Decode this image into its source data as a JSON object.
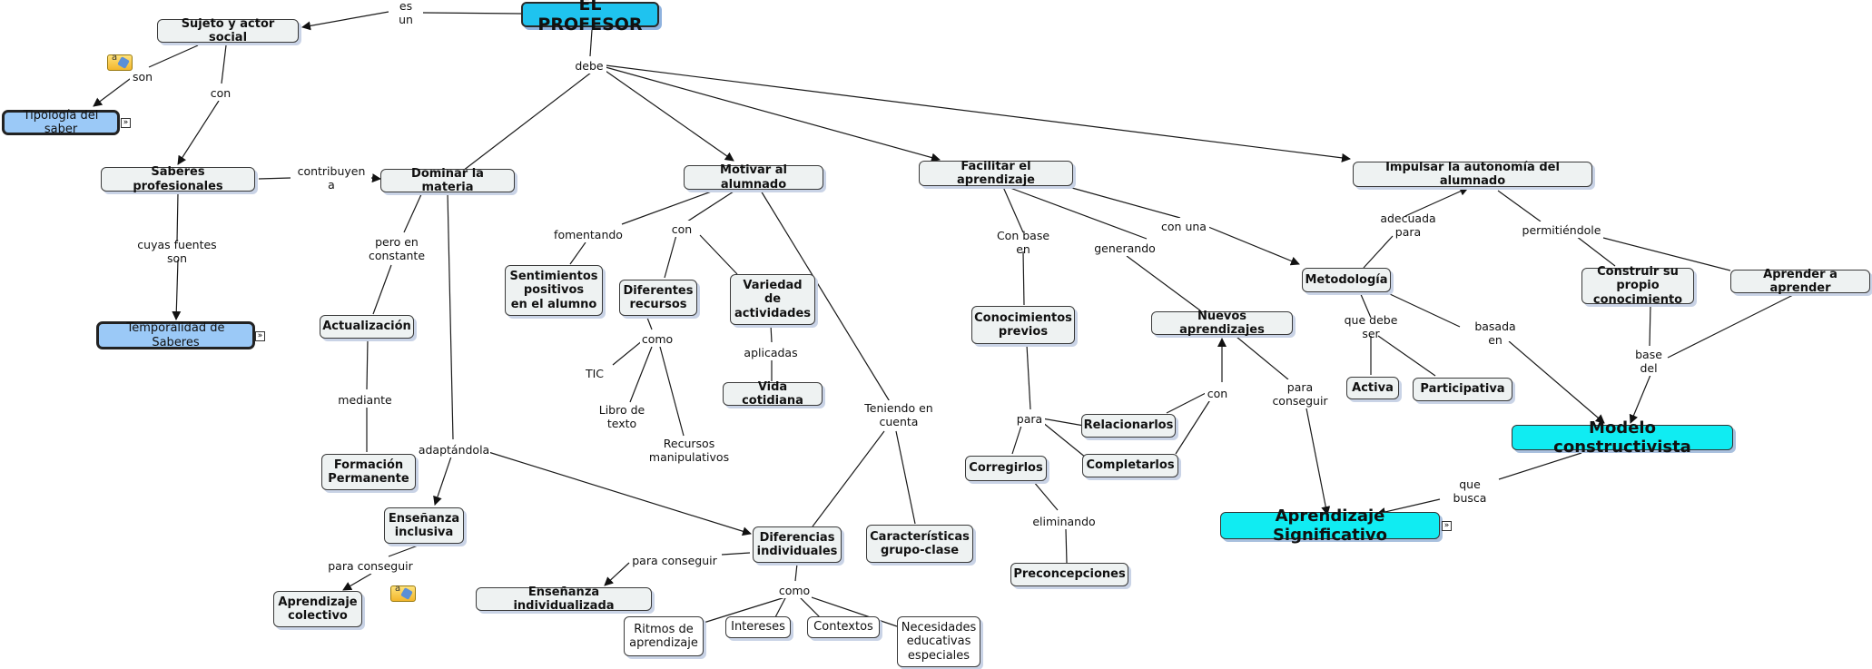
{
  "nodes": [
    {
      "id": "profesor",
      "label": "EL PROFESOR",
      "style": "root"
    },
    {
      "id": "sujeto",
      "label": "Sujeto y actor social",
      "style": "normal"
    },
    {
      "id": "tipologia",
      "label": "Tipología del saber",
      "style": "blue"
    },
    {
      "id": "saberes",
      "label": "Saberes profesionales",
      "style": "normal"
    },
    {
      "id": "temporalidad",
      "label": "Temporalidad de Saberes",
      "style": "blue"
    },
    {
      "id": "dominar",
      "label": "Dominar la materia",
      "style": "normal"
    },
    {
      "id": "actualizacion",
      "label": "Actualización",
      "style": "normal"
    },
    {
      "id": "formacion",
      "label": "Formación\nPermanente",
      "style": "normal"
    },
    {
      "id": "ens_inclusiva",
      "label": "Enseñanza\ninclusiva",
      "style": "normal"
    },
    {
      "id": "aprend_colectivo",
      "label": "Aprendizaje\ncolectivo",
      "style": "normal"
    },
    {
      "id": "motivar",
      "label": "Motivar al alumnado",
      "style": "normal"
    },
    {
      "id": "sentimientos",
      "label": "Sentimientos\npositivos\nen el alumno",
      "style": "normal"
    },
    {
      "id": "dif_recursos",
      "label": "Diferentes\nrecursos",
      "style": "normal"
    },
    {
      "id": "variedad",
      "label": "Variedad\nde\nactividades",
      "style": "normal"
    },
    {
      "id": "vida",
      "label": "Vida cotidiana",
      "style": "normal"
    },
    {
      "id": "facilitar",
      "label": "Facilitar el aprendizaje",
      "style": "normal"
    },
    {
      "id": "conocimientos",
      "label": "Conocimientos\nprevios",
      "style": "normal"
    },
    {
      "id": "nuevos",
      "label": "Nuevos aprendizajes",
      "style": "normal"
    },
    {
      "id": "relacionarlos",
      "label": "Relacionarlos",
      "style": "normal"
    },
    {
      "id": "completarlos",
      "label": "Completarlos",
      "style": "normal"
    },
    {
      "id": "corregirlos",
      "label": "Corregirlos",
      "style": "normal"
    },
    {
      "id": "preconcepciones",
      "label": "Preconcepciones",
      "style": "normal"
    },
    {
      "id": "diferencias",
      "label": "Diferencias\nindividuales",
      "style": "normal"
    },
    {
      "id": "caracteristicas",
      "label": "Características\ngrupo-clase",
      "style": "normal"
    },
    {
      "id": "ens_individualizada",
      "label": "Enseñanza individualizada",
      "style": "normal"
    },
    {
      "id": "ritmos",
      "label": "Ritmos de\naprendizaje",
      "style": "small"
    },
    {
      "id": "intereses",
      "label": "Intereses",
      "style": "small"
    },
    {
      "id": "contextos",
      "label": "Contextos",
      "style": "small"
    },
    {
      "id": "necesidades",
      "label": "Necesidades\neducativas\nespeciales",
      "style": "small"
    },
    {
      "id": "impulsar",
      "label": "Impulsar la autonomía del alumnado",
      "style": "normal"
    },
    {
      "id": "metodologia",
      "label": "Metodología",
      "style": "normal"
    },
    {
      "id": "activa",
      "label": "Activa",
      "style": "normal"
    },
    {
      "id": "participativa",
      "label": "Participativa",
      "style": "normal"
    },
    {
      "id": "construir",
      "label": "Construir su propio\nconocimiento",
      "style": "normal"
    },
    {
      "id": "aprender",
      "label": "Aprender a aprender",
      "style": "normal"
    },
    {
      "id": "modelo",
      "label": "Modelo constructivista",
      "style": "cyan"
    },
    {
      "id": "significativo",
      "label": "Aprendizaje Significativo",
      "style": "cyan"
    }
  ],
  "labels": [
    {
      "id": "es_un",
      "text": "es un",
      "plain": false
    },
    {
      "id": "debe",
      "text": "debe",
      "plain": false
    },
    {
      "id": "son",
      "text": "son",
      "plain": false
    },
    {
      "id": "con_sujeto",
      "text": "con",
      "plain": false
    },
    {
      "id": "contribuyen",
      "text": "contribuyen a",
      "plain": false
    },
    {
      "id": "cuyas",
      "text": "cuyas fuentes son",
      "plain": false
    },
    {
      "id": "pero",
      "text": "pero en\nconstante",
      "plain": false
    },
    {
      "id": "mediante",
      "text": "mediante",
      "plain": false
    },
    {
      "id": "adaptandola",
      "text": "adaptándola",
      "plain": false
    },
    {
      "id": "para_conseguir_1",
      "text": "para conseguir",
      "plain": false
    },
    {
      "id": "fomentando",
      "text": "fomentando",
      "plain": false
    },
    {
      "id": "con_motivar",
      "text": "con",
      "plain": false
    },
    {
      "id": "como_rec",
      "text": "como",
      "plain": false
    },
    {
      "id": "tic",
      "text": "TIC",
      "plain": true
    },
    {
      "id": "libro",
      "text": "Libro de\ntexto",
      "plain": true
    },
    {
      "id": "recursos_manip",
      "text": "Recursos\nmanipulativos",
      "plain": true
    },
    {
      "id": "aplicadas",
      "text": "aplicadas",
      "plain": false
    },
    {
      "id": "teniendo",
      "text": "Teniendo en\ncuenta",
      "plain": false
    },
    {
      "id": "para_conseguir_2",
      "text": "para conseguir",
      "plain": false
    },
    {
      "id": "como_dif",
      "text": "como",
      "plain": false
    },
    {
      "id": "con_base",
      "text": "Con base en",
      "plain": false
    },
    {
      "id": "generando",
      "text": "generando",
      "plain": false
    },
    {
      "id": "con_una",
      "text": "con una",
      "plain": false
    },
    {
      "id": "para",
      "text": "para",
      "plain": false
    },
    {
      "id": "con_nuevos",
      "text": "con",
      "plain": false
    },
    {
      "id": "eliminando",
      "text": "eliminando",
      "plain": false
    },
    {
      "id": "para_conseguir_3",
      "text": "para\nconseguir",
      "plain": false
    },
    {
      "id": "adecuada",
      "text": "adecuada para",
      "plain": false
    },
    {
      "id": "permitiendole",
      "text": "permitiéndole",
      "plain": false
    },
    {
      "id": "que_debe_ser",
      "text": "que debe ser",
      "plain": false
    },
    {
      "id": "basada",
      "text": "basada en",
      "plain": false
    },
    {
      "id": "base_del",
      "text": "base\ndel",
      "plain": false
    },
    {
      "id": "que_busca",
      "text": "que busca",
      "plain": false
    }
  ],
  "icons": [
    {
      "id": "note1",
      "name": "annotation-note-icon",
      "glyph": "a"
    },
    {
      "id": "note2",
      "name": "annotation-note-icon",
      "glyph": "a"
    },
    {
      "id": "link_tipologia",
      "name": "resource-link-icon",
      "glyph": "»"
    },
    {
      "id": "link_temporalidad",
      "name": "resource-link-icon",
      "glyph": "»"
    },
    {
      "id": "link_significativo",
      "name": "resource-link-icon",
      "glyph": "»"
    }
  ],
  "colors": {
    "line": "#1a1a1a",
    "node_fill": "#eef2f2",
    "root_fill": "#1fc3ef",
    "highlight_fill": "#10ecf2",
    "resource_fill": "#9bc9f7"
  }
}
